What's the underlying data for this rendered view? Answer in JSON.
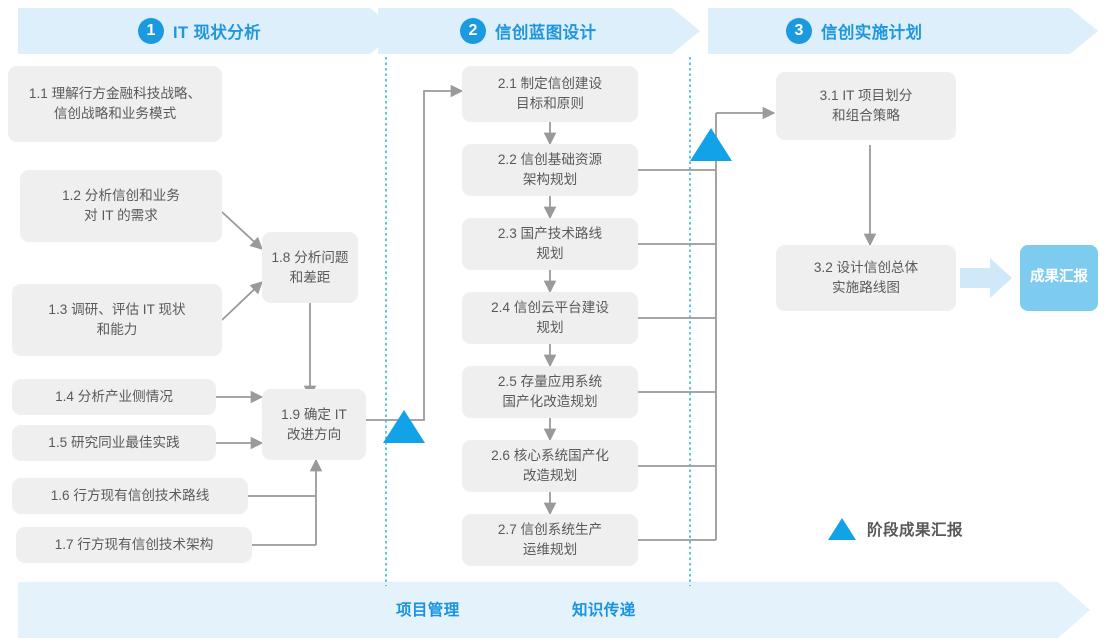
{
  "meta": {
    "diagram_title": "IT 信创规划方法论流程图",
    "colors": {
      "banner_fill": "#ddeffb",
      "footer_fill": "#e3f2fb",
      "accent_blue": "#1a93dd",
      "number_circle": "#1b9ae0",
      "box_fill": "#efefef",
      "box_text": "#5a5a5c",
      "connector": "#9a9a9a",
      "milestone_triangle": "#12a2e8",
      "result_chip": "#7ecbf0",
      "result_arrow": "#cfe9f9",
      "divider_dotted": "#35b5e8"
    }
  },
  "phases": [
    {
      "number": "1",
      "label": "IT 现状分析",
      "name": "phase-1"
    },
    {
      "number": "2",
      "label": "信创蓝图设计",
      "name": "phase-2"
    },
    {
      "number": "3",
      "label": "信创实施计划",
      "name": "phase-3"
    }
  ],
  "phase1_tasks": [
    {
      "id": "1.1",
      "lines": [
        "1.1 理解行方金融科技战略、",
        "信创战略和业务模式"
      ]
    },
    {
      "id": "1.2",
      "lines": [
        "1.2 分析信创和业务",
        "对 IT 的需求"
      ]
    },
    {
      "id": "1.3",
      "lines": [
        "1.3 调研、评估 IT 现状",
        "和能力"
      ]
    },
    {
      "id": "1.4",
      "lines": [
        "1.4 分析产业侧情况"
      ]
    },
    {
      "id": "1.5",
      "lines": [
        "1.5 研究同业最佳实践"
      ]
    },
    {
      "id": "1.6",
      "lines": [
        "1.6 行方现有信创技术路线"
      ]
    },
    {
      "id": "1.7",
      "lines": [
        "1.7 行方现有信创技术架构"
      ]
    },
    {
      "id": "1.8",
      "lines": [
        "1.8 分析问题",
        "和差距"
      ]
    },
    {
      "id": "1.9",
      "lines": [
        "1.9 确定 IT",
        "改进方向"
      ]
    }
  ],
  "phase2_tasks": [
    {
      "id": "2.1",
      "lines": [
        "2.1 制定信创建设",
        "目标和原则"
      ]
    },
    {
      "id": "2.2",
      "lines": [
        "2.2 信创基础资源",
        "架构规划"
      ]
    },
    {
      "id": "2.3",
      "lines": [
        "2.3 国产技术路线",
        "规划"
      ]
    },
    {
      "id": "2.4",
      "lines": [
        "2.4 信创云平台建设",
        "规划"
      ]
    },
    {
      "id": "2.5",
      "lines": [
        "2.5 存量应用系统",
        "国产化改造规划"
      ]
    },
    {
      "id": "2.6",
      "lines": [
        "2.6 核心系统国产化",
        "改造规划"
      ]
    },
    {
      "id": "2.7",
      "lines": [
        "2.7 信创系统生产",
        "运维规划"
      ]
    }
  ],
  "phase3_tasks": [
    {
      "id": "3.1",
      "lines": [
        "3.1 IT 项目划分",
        "和组合策略"
      ]
    },
    {
      "id": "3.2",
      "lines": [
        "3.2 设计信创总体",
        "实施路线图"
      ]
    }
  ],
  "result": {
    "lines": [
      "成果",
      "汇报"
    ]
  },
  "legend": {
    "label": "阶段成果汇报",
    "icon": "triangle-up-icon"
  },
  "footer": {
    "labels": [
      "项目管理",
      "知识传递"
    ]
  }
}
